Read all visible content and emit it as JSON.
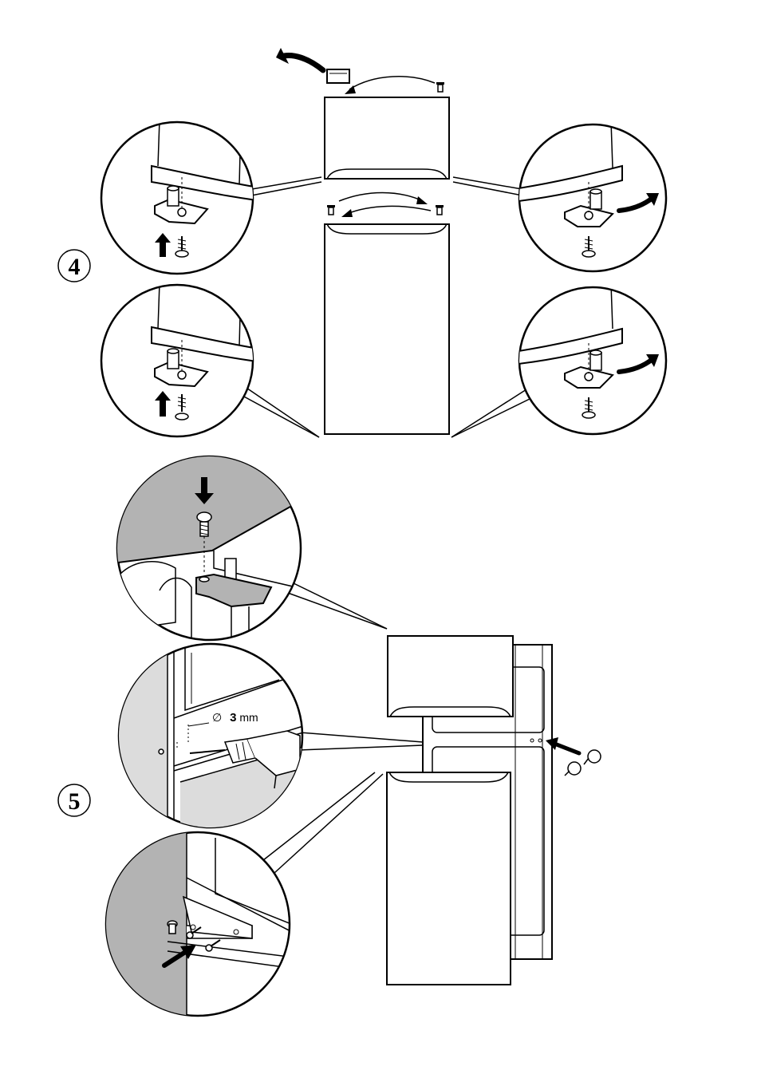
{
  "steps": [
    {
      "id": "step-4",
      "number": "4"
    },
    {
      "id": "step-5",
      "number": "5"
    }
  ],
  "drill_label": {
    "symbol": "∅",
    "size": "3",
    "unit": "mm"
  },
  "colors": {
    "ink": "#000000",
    "paper": "#ffffff",
    "shade": "#b3b3b3",
    "light_shade": "#dcdcdc"
  }
}
